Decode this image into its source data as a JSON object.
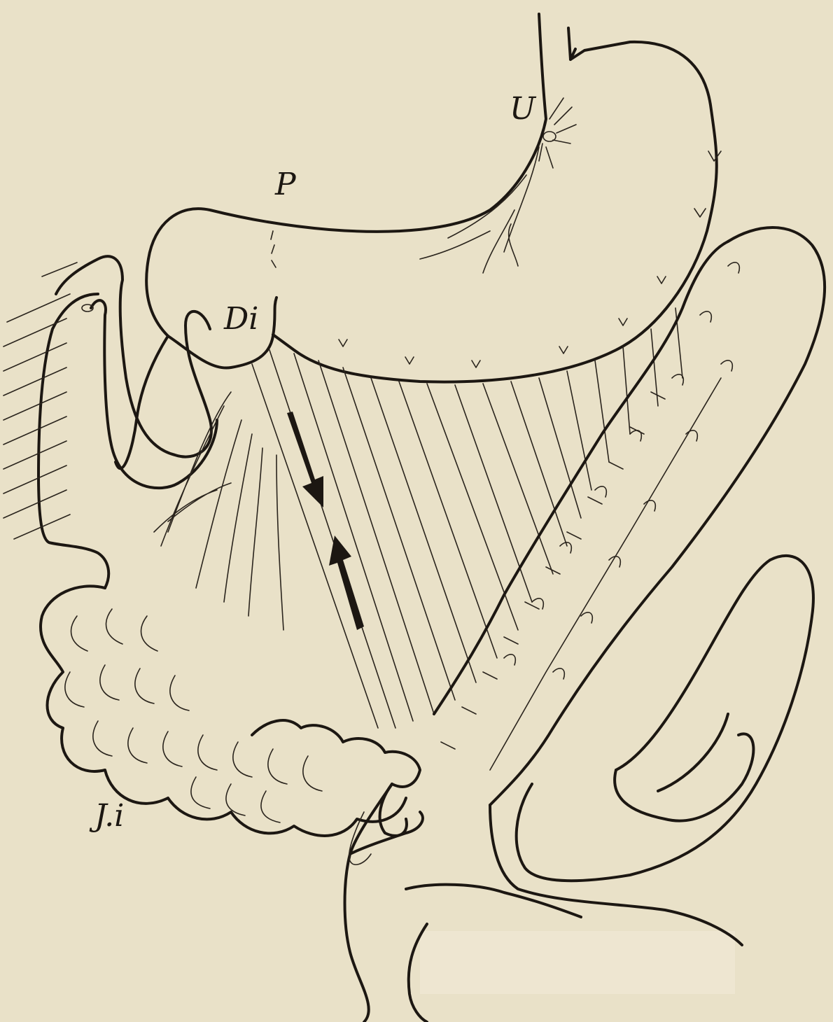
{
  "labels": {
    "ulcer": "U",
    "pylorus": "P",
    "duodenum": "Di",
    "jejunum": "J.i"
  },
  "colors": {
    "paper": "#e9e1c8",
    "ink": "#1c1712"
  }
}
